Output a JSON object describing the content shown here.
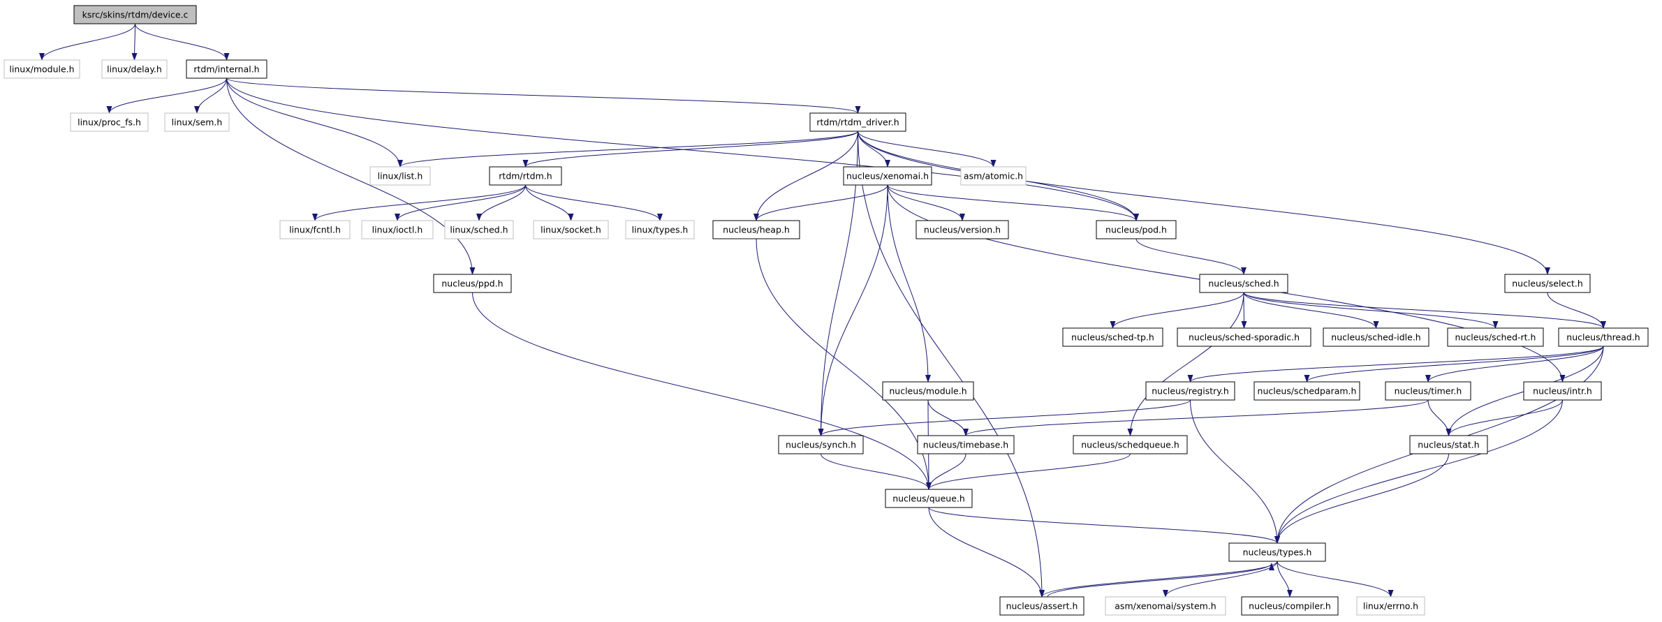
{
  "title": "ksrc/skins/rtdm/device.c",
  "colors": {
    "edge": "#191970",
    "root_fill": "#bfbfbf",
    "border": "#000000",
    "missing_border": "#bfbfbf"
  },
  "nodes": [
    {
      "id": "n0",
      "label": "ksrc/skins/rtdm/device.c",
      "kind": "root"
    },
    {
      "id": "n1",
      "label": "linux/module.h",
      "kind": "missing"
    },
    {
      "id": "n2",
      "label": "linux/delay.h",
      "kind": "missing"
    },
    {
      "id": "n3",
      "label": "rtdm/internal.h",
      "kind": "normal"
    },
    {
      "id": "n4",
      "label": "linux/proc_fs.h",
      "kind": "missing"
    },
    {
      "id": "n5",
      "label": "linux/sem.h",
      "kind": "missing"
    },
    {
      "id": "n6",
      "label": "rtdm/rtdm_driver.h",
      "kind": "normal"
    },
    {
      "id": "n7",
      "label": "linux/list.h",
      "kind": "missing"
    },
    {
      "id": "n8",
      "label": "rtdm/rtdm.h",
      "kind": "normal"
    },
    {
      "id": "n9",
      "label": "nucleus/xenomai.h",
      "kind": "normal"
    },
    {
      "id": "n10",
      "label": "asm/atomic.h",
      "kind": "missing"
    },
    {
      "id": "n11",
      "label": "linux/fcntl.h",
      "kind": "missing"
    },
    {
      "id": "n12",
      "label": "linux/ioctl.h",
      "kind": "missing"
    },
    {
      "id": "n13",
      "label": "linux/sched.h",
      "kind": "missing"
    },
    {
      "id": "n14",
      "label": "linux/socket.h",
      "kind": "missing"
    },
    {
      "id": "n15",
      "label": "linux/types.h",
      "kind": "missing"
    },
    {
      "id": "n16",
      "label": "nucleus/heap.h",
      "kind": "normal"
    },
    {
      "id": "n17",
      "label": "nucleus/version.h",
      "kind": "normal"
    },
    {
      "id": "n18",
      "label": "nucleus/pod.h",
      "kind": "normal"
    },
    {
      "id": "n19",
      "label": "nucleus/ppd.h",
      "kind": "normal"
    },
    {
      "id": "n20",
      "label": "nucleus/sched.h",
      "kind": "normal"
    },
    {
      "id": "n21",
      "label": "nucleus/select.h",
      "kind": "normal"
    },
    {
      "id": "n22",
      "label": "nucleus/sched-tp.h",
      "kind": "normal"
    },
    {
      "id": "n23",
      "label": "nucleus/sched-sporadic.h",
      "kind": "normal"
    },
    {
      "id": "n24",
      "label": "nucleus/sched-idle.h",
      "kind": "normal"
    },
    {
      "id": "n25",
      "label": "nucleus/sched-rt.h",
      "kind": "normal"
    },
    {
      "id": "n26",
      "label": "nucleus/thread.h",
      "kind": "normal"
    },
    {
      "id": "n27",
      "label": "nucleus/module.h",
      "kind": "normal"
    },
    {
      "id": "n28",
      "label": "nucleus/registry.h",
      "kind": "normal"
    },
    {
      "id": "n29",
      "label": "nucleus/schedparam.h",
      "kind": "normal"
    },
    {
      "id": "n30",
      "label": "nucleus/timer.h",
      "kind": "normal"
    },
    {
      "id": "n31",
      "label": "nucleus/intr.h",
      "kind": "normal"
    },
    {
      "id": "n32",
      "label": "nucleus/synch.h",
      "kind": "normal"
    },
    {
      "id": "n33",
      "label": "nucleus/timebase.h",
      "kind": "normal"
    },
    {
      "id": "n34",
      "label": "nucleus/schedqueue.h",
      "kind": "normal"
    },
    {
      "id": "n35",
      "label": "nucleus/stat.h",
      "kind": "normal"
    },
    {
      "id": "n36",
      "label": "nucleus/queue.h",
      "kind": "normal"
    },
    {
      "id": "n37",
      "label": "nucleus/types.h",
      "kind": "normal"
    },
    {
      "id": "n38",
      "label": "nucleus/assert.h",
      "kind": "normal"
    },
    {
      "id": "n39",
      "label": "asm/xenomai/system.h",
      "kind": "missing"
    },
    {
      "id": "n40",
      "label": "nucleus/compiler.h",
      "kind": "normal"
    },
    {
      "id": "n41",
      "label": "linux/errno.h",
      "kind": "missing"
    }
  ],
  "edges": [
    [
      "n0",
      "n1"
    ],
    [
      "n0",
      "n2"
    ],
    [
      "n0",
      "n3"
    ],
    [
      "n3",
      "n4"
    ],
    [
      "n3",
      "n5"
    ],
    [
      "n3",
      "n6"
    ],
    [
      "n3",
      "n7"
    ],
    [
      "n3",
      "n18"
    ],
    [
      "n3",
      "n19"
    ],
    [
      "n6",
      "n7"
    ],
    [
      "n6",
      "n8"
    ],
    [
      "n6",
      "n9"
    ],
    [
      "n6",
      "n10"
    ],
    [
      "n6",
      "n16"
    ],
    [
      "n6",
      "n18"
    ],
    [
      "n6",
      "n21"
    ],
    [
      "n6",
      "n32"
    ],
    [
      "n6",
      "n38"
    ],
    [
      "n8",
      "n11"
    ],
    [
      "n8",
      "n12"
    ],
    [
      "n8",
      "n13"
    ],
    [
      "n8",
      "n14"
    ],
    [
      "n8",
      "n15"
    ],
    [
      "n9",
      "n16"
    ],
    [
      "n9",
      "n17"
    ],
    [
      "n9",
      "n18"
    ],
    [
      "n9",
      "n27"
    ],
    [
      "n9",
      "n32"
    ],
    [
      "n9",
      "n31"
    ],
    [
      "n16",
      "n36"
    ],
    [
      "n19",
      "n36"
    ],
    [
      "n18",
      "n20"
    ],
    [
      "n20",
      "n22"
    ],
    [
      "n20",
      "n23"
    ],
    [
      "n20",
      "n24"
    ],
    [
      "n20",
      "n25"
    ],
    [
      "n20",
      "n26"
    ],
    [
      "n20",
      "n34"
    ],
    [
      "n21",
      "n26"
    ],
    [
      "n26",
      "n28"
    ],
    [
      "n26",
      "n29"
    ],
    [
      "n26",
      "n30"
    ],
    [
      "n26",
      "n35"
    ],
    [
      "n26",
      "n37"
    ],
    [
      "n27",
      "n33"
    ],
    [
      "n27",
      "n36"
    ],
    [
      "n28",
      "n32"
    ],
    [
      "n28",
      "n37"
    ],
    [
      "n30",
      "n33"
    ],
    [
      "n30",
      "n35"
    ],
    [
      "n31",
      "n35"
    ],
    [
      "n31",
      "n37"
    ],
    [
      "n32",
      "n36"
    ],
    [
      "n33",
      "n36"
    ],
    [
      "n34",
      "n36"
    ],
    [
      "n35",
      "n37"
    ],
    [
      "n36",
      "n37"
    ],
    [
      "n36",
      "n38"
    ],
    [
      "n37",
      "n38"
    ],
    [
      "n37",
      "n39"
    ],
    [
      "n37",
      "n40"
    ],
    [
      "n37",
      "n41"
    ],
    [
      "n38",
      "n37"
    ]
  ]
}
